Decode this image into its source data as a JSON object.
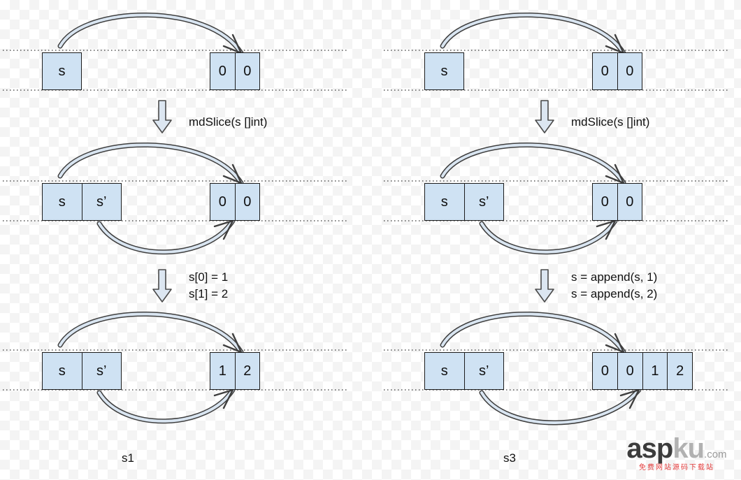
{
  "columns": [
    {
      "caption": "s1",
      "step1_label": "mdSlice(s []int)",
      "step2_label_line1": "s[0] = 1",
      "step2_label_line2": "s[1] = 2",
      "stage1": {
        "left": [
          "s"
        ],
        "right": [
          "0",
          "0"
        ]
      },
      "stage2": {
        "left": [
          "s",
          "s’"
        ],
        "right": [
          "0",
          "0"
        ]
      },
      "stage3": {
        "left": [
          "s",
          "s’"
        ],
        "right": [
          "1",
          "2"
        ]
      }
    },
    {
      "caption": "s3",
      "step1_label": "mdSlice(s []int)",
      "step2_label_line1": "s = append(s, 1)",
      "step2_label_line2": "s = append(s, 2)",
      "stage1": {
        "left": [
          "s"
        ],
        "right": [
          "0",
          "0"
        ]
      },
      "stage2": {
        "left": [
          "s",
          "s’"
        ],
        "right": [
          "0",
          "0"
        ]
      },
      "stage3": {
        "left": [
          "s",
          "s’"
        ],
        "right": [
          "0",
          "0",
          "1",
          "2"
        ]
      }
    }
  ],
  "watermark": {
    "brand_dark": "asp",
    "brand_light": "ku",
    "domain_suffix": ".com",
    "tagline": "免费网站源码下载站"
  },
  "colors": {
    "cell_fill": "#cfe2f3",
    "cell_border": "#1c1c1c",
    "arrow_fill": "#dce6f1",
    "arrow_outline": "#3f3f3f"
  }
}
